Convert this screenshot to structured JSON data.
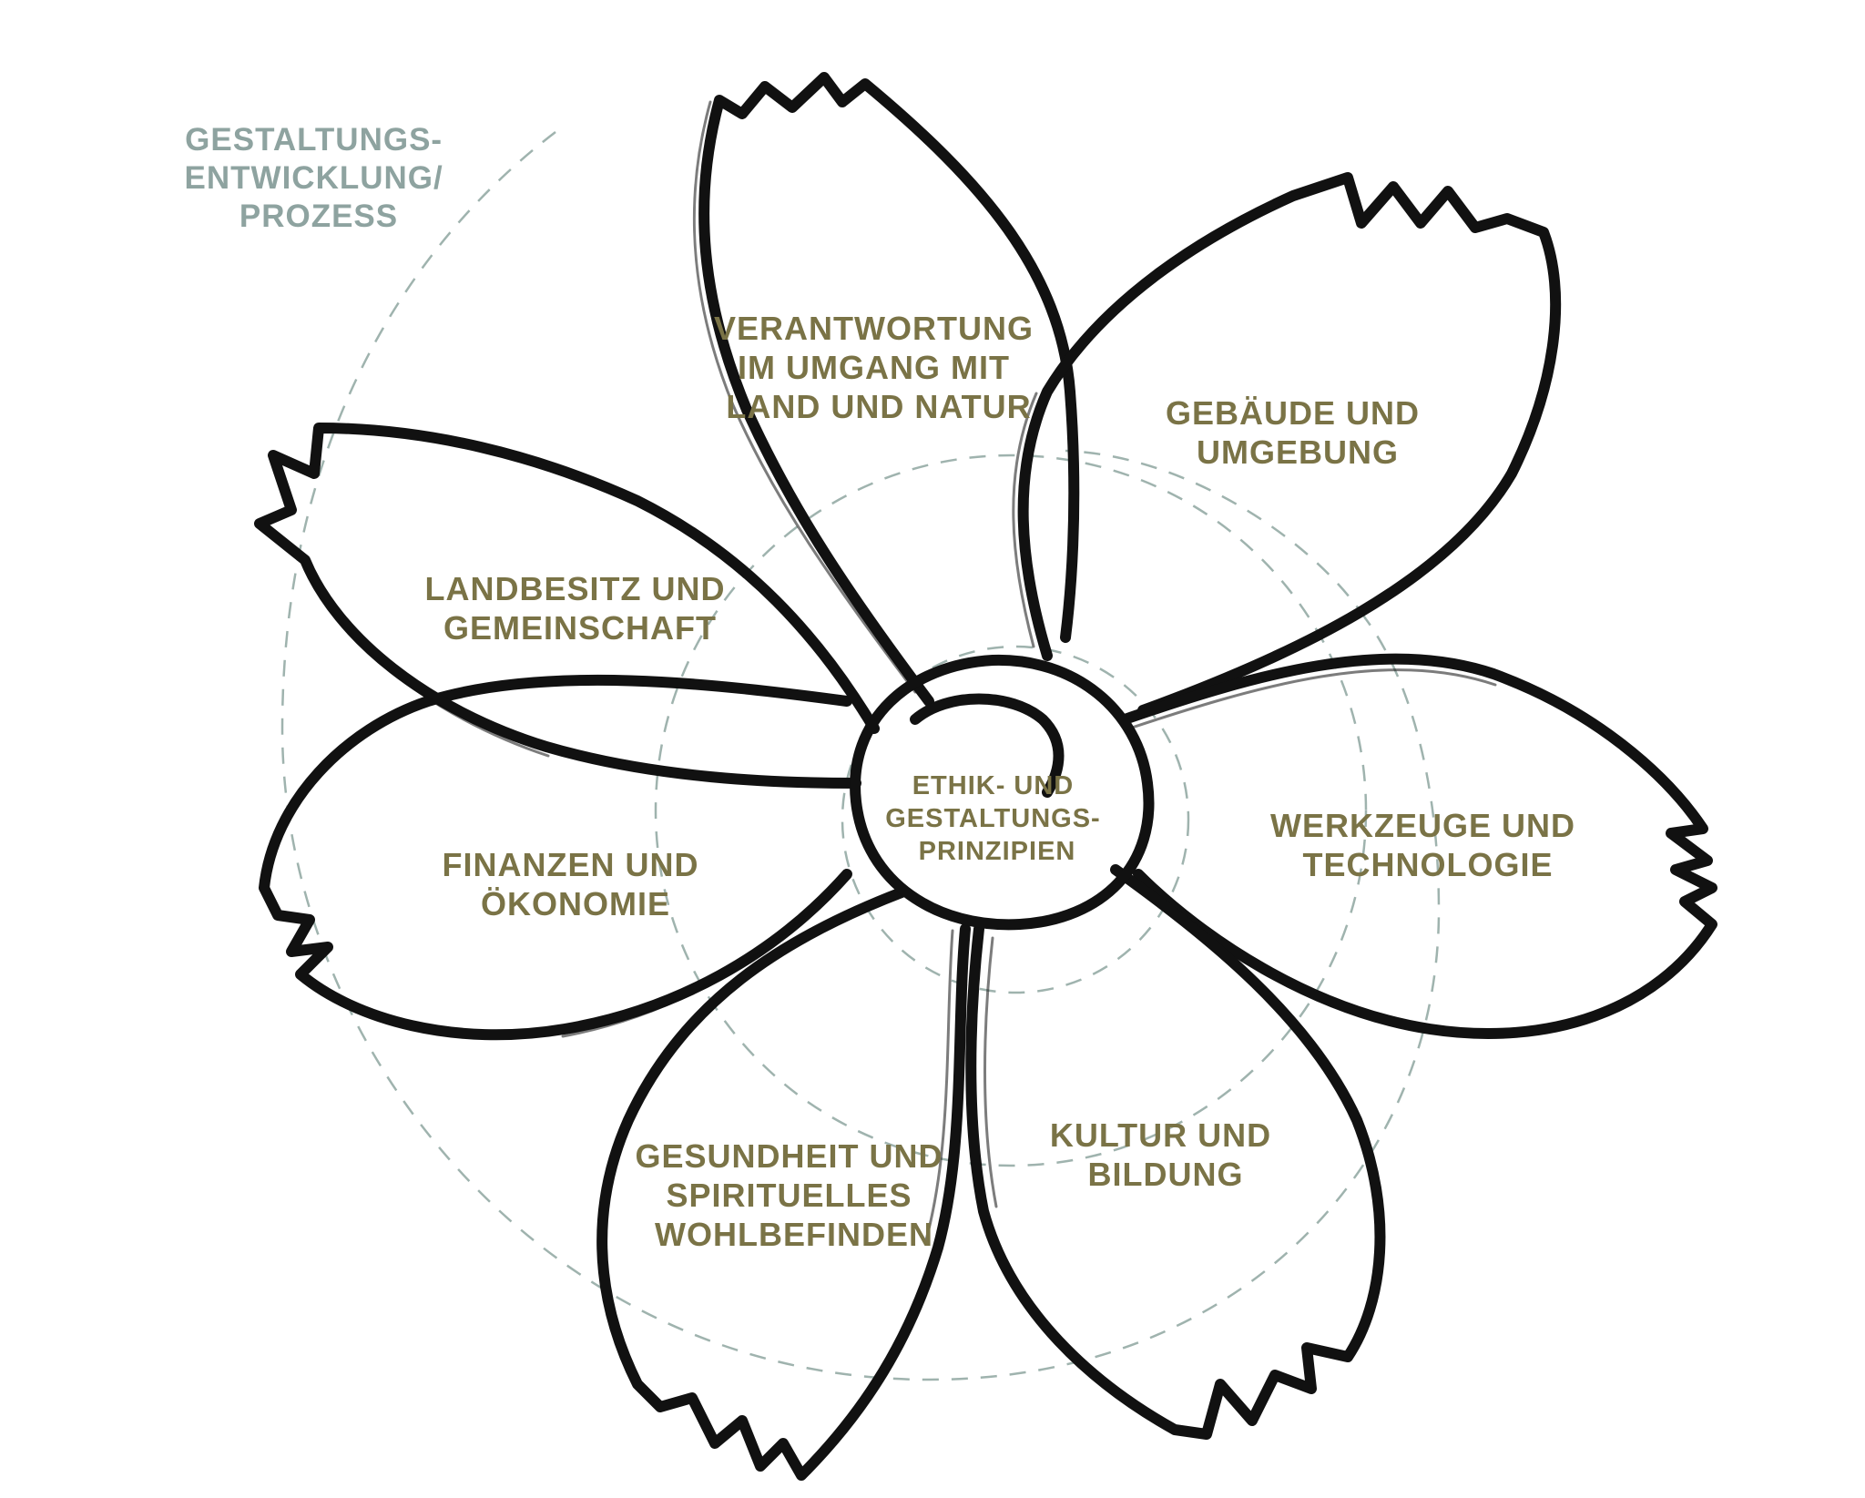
{
  "process": {
    "lines": [
      "GESTALTUNGS-",
      "ENTWICKLUNG/",
      "PROZESS"
    ]
  },
  "center": {
    "lines": [
      "ETHIK- UND",
      "GESTALTUNGS-",
      "PRINZIPIEN"
    ]
  },
  "domains": [
    {
      "id": "land-natur",
      "lines": [
        "VERANTWORTUNG",
        "IM UMGANG MIT",
        "LAND UND NATUR"
      ]
    },
    {
      "id": "gebaeude",
      "lines": [
        "GEBÄUDE UND",
        "UMGEBUNG"
      ]
    },
    {
      "id": "werkzeuge",
      "lines": [
        "WERKZEUGE UND",
        "TECHNOLOGIE"
      ]
    },
    {
      "id": "kultur",
      "lines": [
        "KULTUR UND",
        "BILDUNG"
      ]
    },
    {
      "id": "gesundheit",
      "lines": [
        "GESUNDHEIT UND",
        "SPIRITUELLES",
        "WOHLBEFINDEN"
      ]
    },
    {
      "id": "finanzen",
      "lines": [
        "FINANZEN UND",
        "ÖKONOMIE"
      ]
    },
    {
      "id": "landbesitz",
      "lines": [
        "LANDBESITZ UND",
        "GEMEINSCHAFT"
      ]
    }
  ],
  "colors": {
    "domain_text": "#7a7346",
    "process_text": "#8ea3a0",
    "petal_stroke": "#111111",
    "guide": "#9fb3ae"
  }
}
